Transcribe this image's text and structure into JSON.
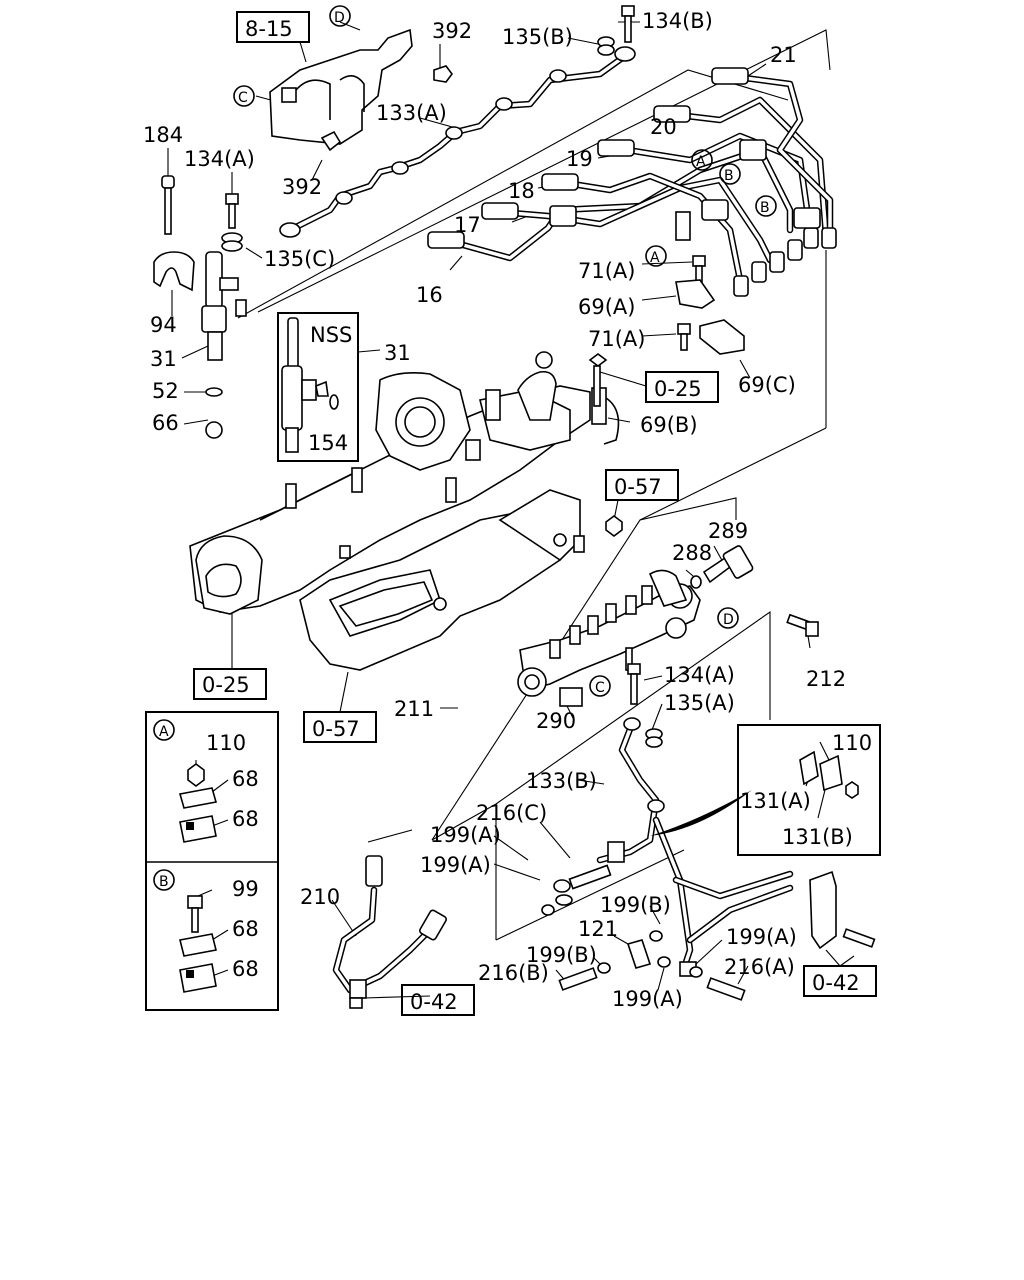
{
  "labels": {
    "l1": "8-15",
    "l2": "D",
    "l3": "392",
    "l4": "135(B)",
    "l5": "134(B)",
    "l6": "21",
    "l7": "C",
    "l8": "133(A)",
    "l9": "20",
    "l10": "184",
    "l11": "134(A)",
    "l12": "392",
    "l13": "19",
    "l14": "A",
    "l15": "B",
    "l16": "B",
    "l17": "18",
    "l18": "17",
    "l19": "A",
    "l20": "135(C)",
    "l21": "16",
    "l22": "71(A)",
    "l23": "69(A)",
    "l24": "94",
    "l25": "NSS",
    "l26": "31",
    "l27": "71(A)",
    "l28": "31",
    "l29": "69(C)",
    "l30": "52",
    "l31": "0-25",
    "l32": "66",
    "l33": "154",
    "l34": "69(B)",
    "l35": "0-57",
    "l36": "289",
    "l37": "288",
    "l38": "D",
    "l39": "212",
    "l40": "134(A)",
    "l41": "C",
    "l42": "0-25",
    "l43": "211",
    "l44": "135(A)",
    "l45": "0-57",
    "l46": "290",
    "l47": "A",
    "l48": "110",
    "l49": "68",
    "l50": "68",
    "l51": "110",
    "l52": "133(B)",
    "l53": "131(A)",
    "l54": "216(C)",
    "l55": "131(B)",
    "l56": "199(A)",
    "l57": "B",
    "l58": "99",
    "l59": "199(A)",
    "l60": "210",
    "l61": "199(B)",
    "l62": "68",
    "l63": "121",
    "l64": "199(A)",
    "l65": "68",
    "l66": "199(B)",
    "l67": "216(B)",
    "l68": "216(A)",
    "l69": "0-42",
    "l70": "199(A)",
    "l71": "0-42"
  }
}
